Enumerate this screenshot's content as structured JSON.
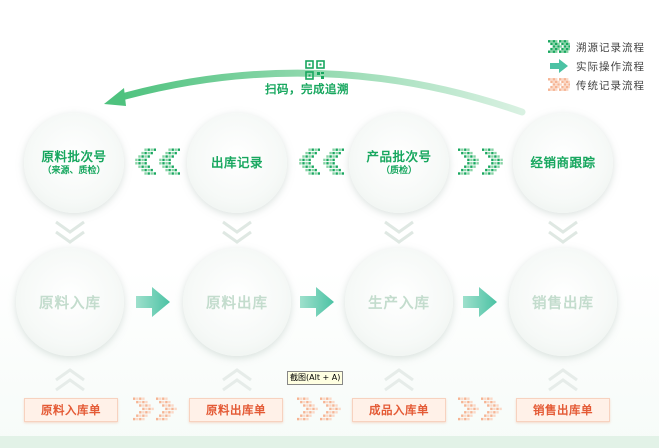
{
  "legend": [
    {
      "label": "溯源记录流程",
      "icon": "green-dotted-arrow-icon",
      "color": "#18a75f"
    },
    {
      "label": "实际操作流程",
      "icon": "solid-arrow-icon",
      "color": "#4bc2a4"
    },
    {
      "label": "传统记录流程",
      "icon": "orange-dotted-arrow-icon",
      "color": "#f6b493"
    }
  ],
  "qr": {
    "label": "扫码，完成追溯",
    "icon": "qr-code-icon"
  },
  "trace_nodes": [
    {
      "title": "原料批次号",
      "subtitle": "（来源、质检）"
    },
    {
      "title": "出库记录",
      "subtitle": ""
    },
    {
      "title": "产品批次号",
      "subtitle": "（质检）"
    },
    {
      "title": "经销商跟踪",
      "subtitle": ""
    }
  ],
  "operation_nodes": [
    "原料入库",
    "原料出库",
    "生产入库",
    "销售出库"
  ],
  "records": [
    "原料入库单",
    "原料出库单",
    "成品入库单",
    "销售出库单"
  ],
  "tooltip": "截图(Alt + A)",
  "colors": {
    "trace_green": "#18a75f",
    "operation_teal": "#4bc2a4",
    "record_orange": "#e45a35"
  }
}
